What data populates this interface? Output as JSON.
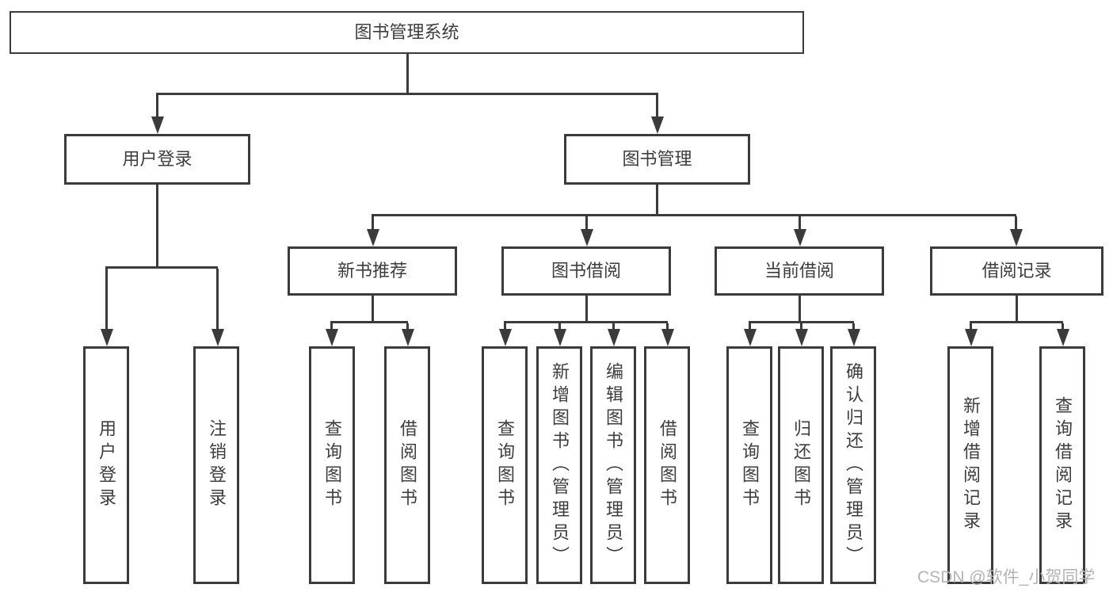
{
  "tree": {
    "root": {
      "label": "图书管理系统",
      "children": [
        {
          "label": "用户登录",
          "children": [
            {
              "label": "用户登录"
            },
            {
              "label": "注销登录"
            }
          ]
        },
        {
          "label": "图书管理",
          "children": [
            {
              "label": "新书推荐",
              "children": [
                {
                  "label": "查询图书"
                },
                {
                  "label": "借阅图书"
                }
              ]
            },
            {
              "label": "图书借阅",
              "children": [
                {
                  "label": "查询图书"
                },
                {
                  "label": "新增图书（管理员）"
                },
                {
                  "label": "编辑图书（管理员）"
                },
                {
                  "label": "借阅图书"
                }
              ]
            },
            {
              "label": "当前借阅",
              "children": [
                {
                  "label": "查询图书"
                },
                {
                  "label": "归还图书"
                },
                {
                  "label": "确认归还（管理员）"
                }
              ]
            },
            {
              "label": "借阅记录",
              "children": [
                {
                  "label": "新增借阅记录"
                },
                {
                  "label": "查询借阅记录"
                }
              ]
            }
          ]
        }
      ]
    }
  },
  "watermark": {
    "text": "CSDN @软件_小贺同学"
  },
  "colors": {
    "line": "#3b3b3b",
    "text": "#3d3d3d",
    "background": "#ffffff",
    "watermark": "#b3b3b3"
  }
}
